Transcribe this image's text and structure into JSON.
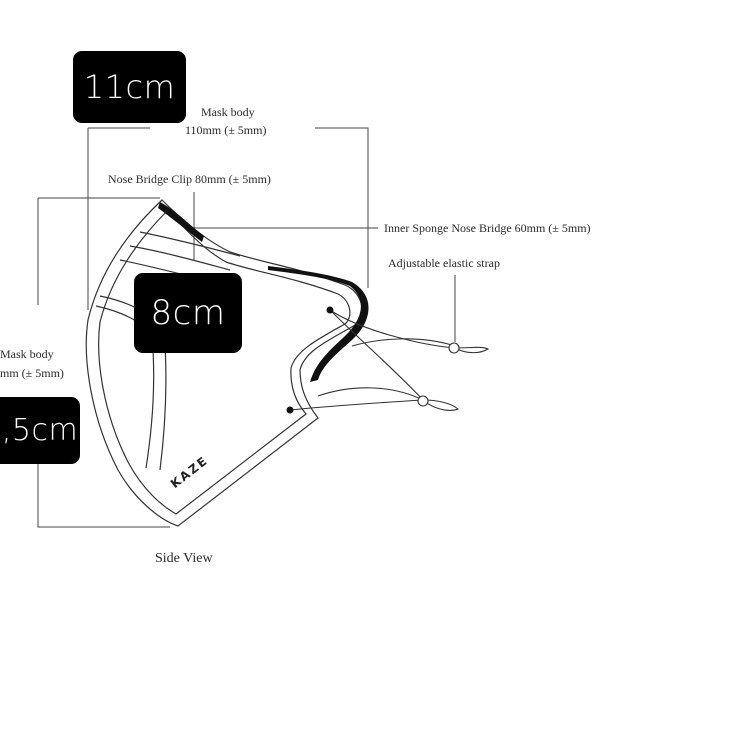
{
  "badges": {
    "width_cm": "11cm",
    "nose_cm": "8cm",
    "height_cm": ",5cm"
  },
  "labels": {
    "mask_body_top_1": "Mask body",
    "mask_body_top_2": "110mm (± 5mm)",
    "nose_bridge_clip": "Nose Bridge Clip 80mm (± 5mm)",
    "inner_sponge": "Inner Sponge Nose Bridge 60mm (± 5mm)",
    "elastic_strap": "Adjustable elastic strap",
    "mask_body_left_1": "Mask body",
    "mask_body_left_2": "mm (± 5mm)",
    "side_view": "Side View",
    "brand": "KAZE"
  },
  "colors": {
    "badge_bg": "#000000",
    "badge_text": "#ffffff",
    "line": "#333333"
  }
}
